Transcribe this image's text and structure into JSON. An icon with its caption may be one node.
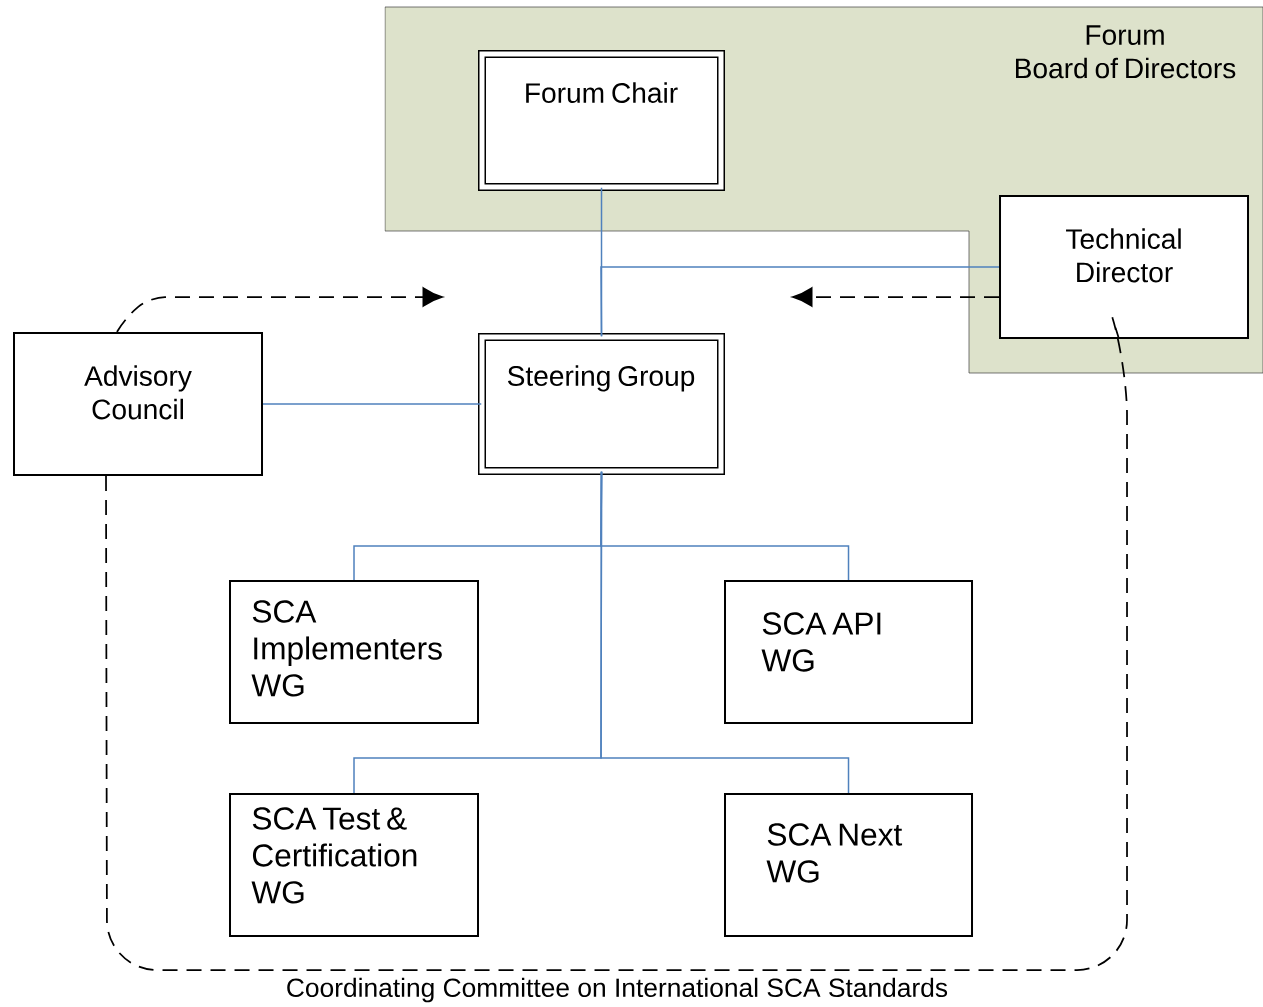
{
  "diagram": {
    "nodes": [
      {
        "text": [
          "Forum Board of Directors"
        ]
      },
      {
        "text": [
          "Forum Chair"
        ],
        "in": 0
      },
      {
        "text": [
          "Technical Director"
        ],
        "in": 0
      },
      {
        "text": [
          "Advisory Council"
        ]
      },
      {
        "text": [
          "Steering Group"
        ]
      },
      {
        "text": [
          "SCA Implementers WG"
        ]
      },
      {
        "text": [
          "SCA API WG"
        ]
      },
      {
        "text": [
          "SCA Test & Certification WG"
        ]
      },
      {
        "text": [
          "SCA Next WG"
        ]
      }
    ],
    "edges": [
      {
        "from": 1,
        "to": 4,
        "arrow": "none"
      },
      {
        "from": 2,
        "to": 4,
        "arrow": "none"
      },
      {
        "from": 3,
        "to": 4,
        "arrow": "none"
      },
      {
        "from": 4,
        "to": 5,
        "arrow": "none"
      },
      {
        "from": 4,
        "to": 6,
        "arrow": "none"
      },
      {
        "from": 4,
        "to": 7,
        "arrow": "none"
      },
      {
        "from": 4,
        "to": 8,
        "arrow": "none"
      },
      {
        "from": 3,
        "to": null,
        "arrow": "to",
        "style": "dashed",
        "color": "#000000"
      },
      {
        "from": 2,
        "to": null,
        "arrow": "to",
        "style": "dashed",
        "color": "#000000"
      },
      {
        "from": 3,
        "to": 2,
        "arrow": "none",
        "style": "dashed",
        "color": "#000000",
        "label": "Coordinating Committee on International SCA Standards"
      }
    ]
  }
}
